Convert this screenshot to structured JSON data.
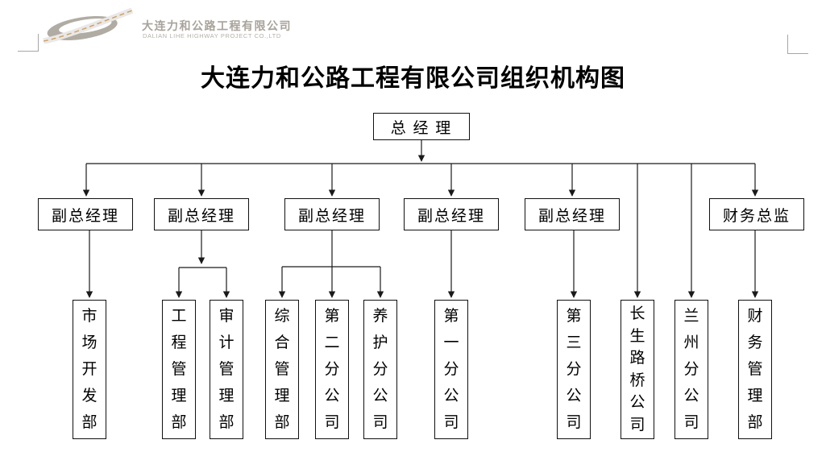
{
  "logo": {
    "company_cn": "大连力和公路工程有限公司",
    "company_en": "DALIAN LIHE HIGHWAY PROJECT CO.,LTD"
  },
  "title": "大连力和公路工程有限公司组织机构图",
  "org": {
    "root": "总 经 理",
    "level2": [
      "副总经理",
      "副总经理",
      "副总经理",
      "副总经理",
      "副总经理",
      "财务总监"
    ],
    "level3": [
      "市场开发部",
      "工程管理部",
      "审计管理部",
      "综合管理部",
      "第二分公司",
      "养护分公司",
      "第一分公司",
      "第三分公司",
      "长生路桥公司",
      "兰州分公司",
      "财务管理部"
    ]
  },
  "colors": {
    "line": "#1a1a1a",
    "box_border": "#111111",
    "logo_gray": "#b0aca4",
    "road_center_gold": "#c9a063",
    "corner_mark_gray": "#a6a6a6"
  }
}
